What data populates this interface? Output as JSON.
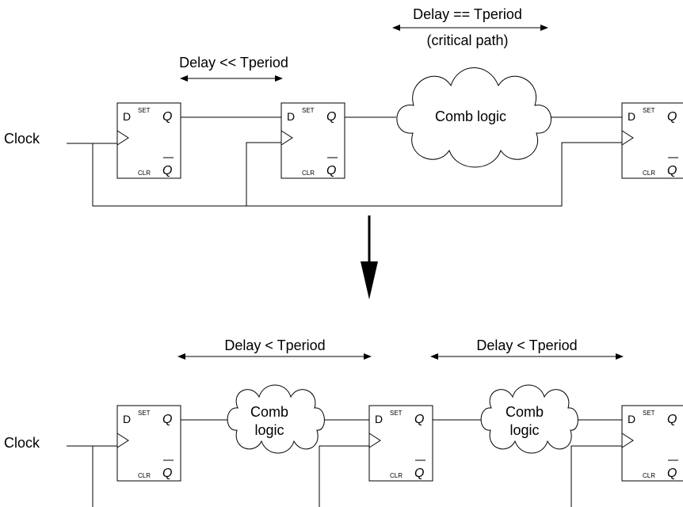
{
  "top": {
    "clock_label": "Clock",
    "short_delay_label": "Delay << Tperiod",
    "critical_delay_label": "Delay == Tperiod",
    "critical_path_label": "(critical path)",
    "comb_logic_label": "Comb logic"
  },
  "bottom": {
    "clock_label": "Clock",
    "stage1_delay_label": "Delay < Tperiod",
    "stage2_delay_label": "Delay < Tperiod",
    "comb1_line1": "Comb",
    "comb1_line2": "logic",
    "comb2_line1": "Comb",
    "comb2_line2": "logic"
  },
  "flipflop": {
    "d": "D",
    "set": "SET",
    "q": "Q",
    "clr": "CLR",
    "qbar": "Q"
  }
}
